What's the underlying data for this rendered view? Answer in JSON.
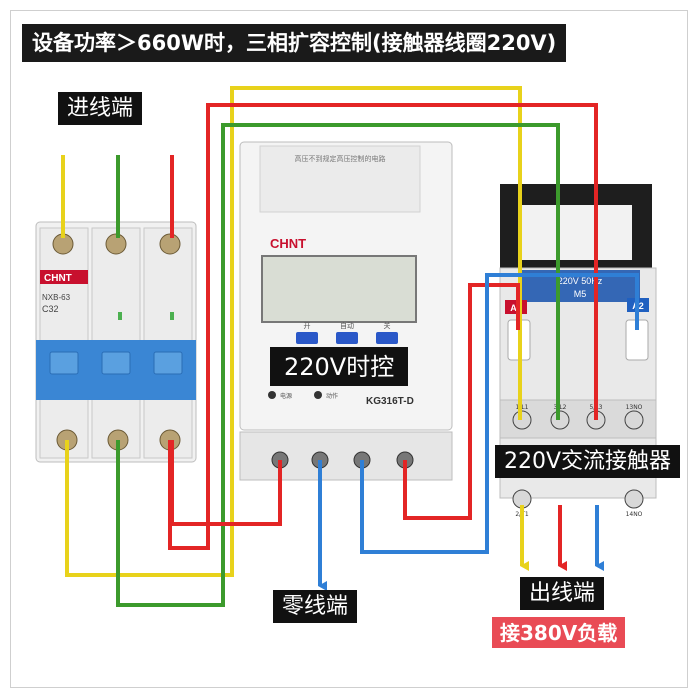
{
  "title": "设备功率＞660W时，三相扩容控制(接触器线圈220V)",
  "labels": {
    "incoming": "进线端",
    "timer": "220V时控",
    "contactor": "220V交流接触器",
    "neutral": "零线端",
    "outgoing": "出线端",
    "load": "接380V负载"
  },
  "breaker": {
    "brand": "CHNT",
    "model": "NXB-63",
    "rating": "C32"
  },
  "timer_device": {
    "brand": "CHNT",
    "model": "KG316T-D",
    "buttons": [
      "开",
      "自动",
      "关"
    ],
    "indicators": [
      "电源",
      "动作"
    ],
    "top_text": "高压不到规定高压控制的电路"
  },
  "contactor_device": {
    "header": "220V 50Hz",
    "sub": "M5",
    "coil_terminals": [
      "A1",
      "A2"
    ],
    "top_terminals": [
      "1/L1",
      "3/L2",
      "5/L3",
      "13NO"
    ],
    "bottom_terminals": [
      "2/T1",
      "14NO"
    ]
  },
  "colors": {
    "phase_a": "#e8d21b",
    "phase_b": "#3c9a2c",
    "phase_c": "#e32525",
    "neutral": "#2f7fd6",
    "label_bg": "#111111",
    "load_bg": "#e94b55"
  }
}
